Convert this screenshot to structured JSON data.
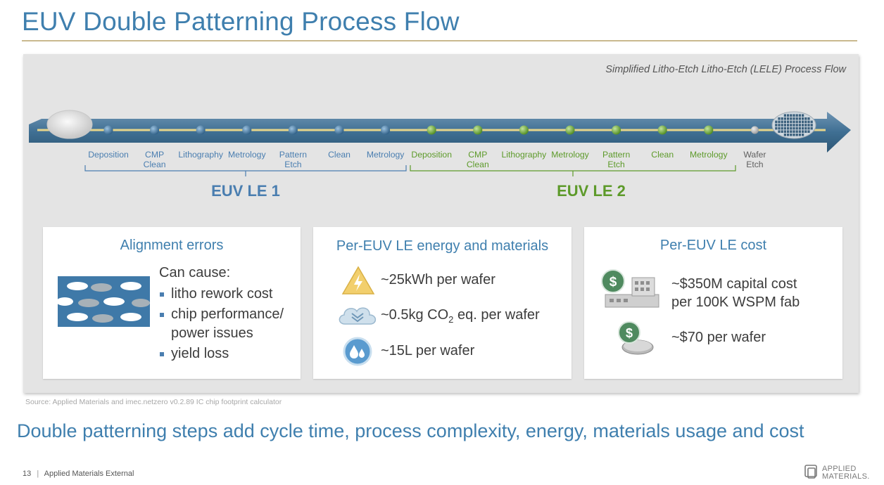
{
  "title": "EUV Double Patterning Process Flow",
  "flow": {
    "caption": "Simplified Litho-Etch Litho-Etch (LELE) Process Flow",
    "le1_label": "EUV LE 1",
    "le2_label": "EUV LE 2",
    "le1_steps": [
      "Deposition",
      "CMP\nClean",
      "Lithography",
      "Metrology",
      "Pattern\nEtch",
      "Clean",
      "Metrology"
    ],
    "le2_steps": [
      "Deposition",
      "CMP\nClean",
      "Lithography",
      "Metrology",
      "Pattern\nEtch",
      "Clean",
      "Metrology"
    ],
    "final_step": "Wafer\nEtch",
    "colors": {
      "le1": "#4a7eb0",
      "le2": "#5d9a2a",
      "arrow": "#3f6f93"
    }
  },
  "alignment": {
    "title": "Alignment errors",
    "intro": "Can cause:",
    "bullets": [
      "litho rework cost",
      "chip performance/\npower issues",
      "yield loss"
    ]
  },
  "energy": {
    "title": "Per-EUV LE energy and materials",
    "energy_value": "~25kWh per wafer",
    "co2_prefix": "~0.5kg CO",
    "co2_sub": "2",
    "co2_suffix": " eq. per wafer",
    "water_value": "~15L per wafer"
  },
  "cost": {
    "title": "Per-EUV LE cost",
    "capital_line1": "~$350M capital cost",
    "capital_line2": "per 100K WSPM fab",
    "wafer_cost": "~$70 per wafer"
  },
  "source": "Source: Applied Materials and imec.netzero v0.2.89 IC chip footprint calculator",
  "takeaway": "Double patterning steps add cycle time, process complexity, energy, materials usage and cost",
  "footer": {
    "page": "13",
    "label": "Applied Materials External"
  },
  "logo": {
    "line1": "APPLIED",
    "line2": "MATERIALS."
  }
}
